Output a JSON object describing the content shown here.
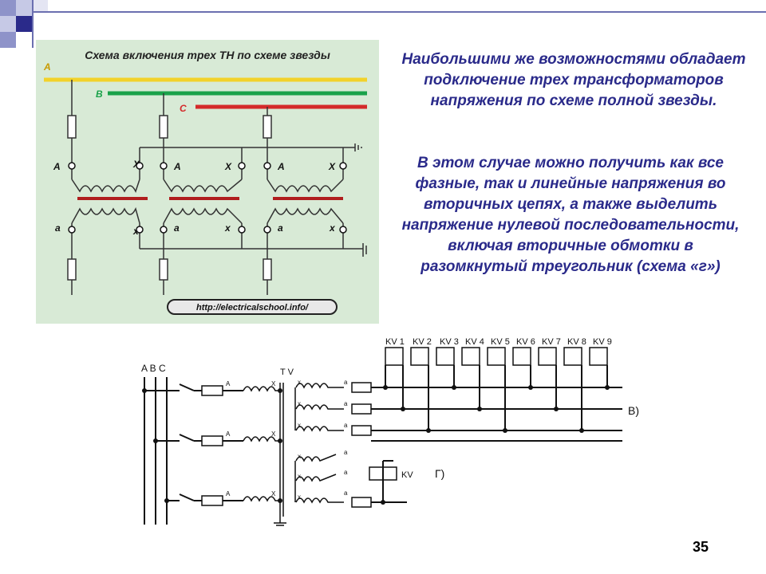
{
  "slide": {
    "paragraph1": "Наибольшими же возможностями обладает подключение трех трансформаторов напряжения по схеме полной звезды.",
    "paragraph2": "В этом случае можно получить как все фазные, так и линейные напряжения во вторичных цепях, а также выделить напряжение нулевой последовательности, включая вторичные обмотки в разомкнутый треугольник (схема «г»)",
    "page_number": "35"
  },
  "top_diagram": {
    "title": "Схема включения трех ТН по схеме звезды",
    "url": "http://electricalschool.info/",
    "bus_labels": [
      "A",
      "B",
      "C"
    ],
    "primary_start": "A",
    "primary_end": "X",
    "secondary_start": "a",
    "secondary_end": "x",
    "colors": {
      "bg": "#d8ead6",
      "bus_a": "#f2d22a",
      "bus_b": "#1aa24a",
      "bus_c": "#d42a2a",
      "core": "#b01e1e"
    }
  },
  "bottom_diagram": {
    "bus_header": "A B C",
    "tv_label": "T V",
    "relay_labels": [
      "KV 1",
      "KV 2",
      "KV 3",
      "KV 4",
      "KV 5",
      "KV 6",
      "KV 7",
      "KV 8",
      "KV 9"
    ],
    "label_v": "В)",
    "label_g": "Г)",
    "kv_label": "KV",
    "winding_a": "A",
    "winding_x": "X",
    "sec_x": "x",
    "sec_a": "a"
  }
}
